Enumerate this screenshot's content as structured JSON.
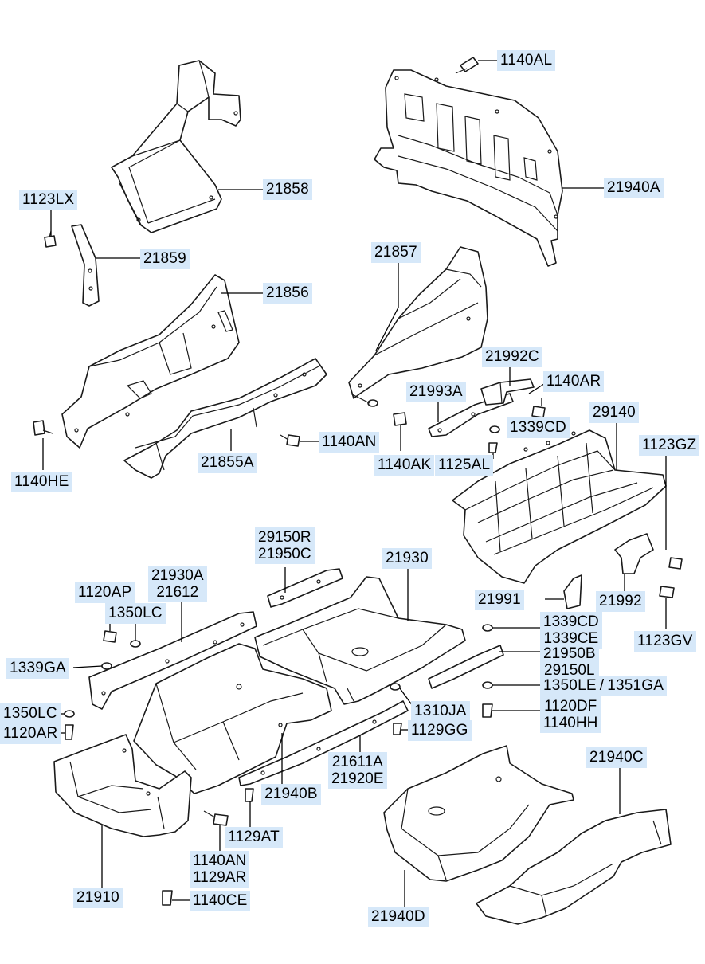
{
  "labels": {
    "l_1140AL": "1140AL",
    "l_21858": "21858",
    "l_21940A": "21940A",
    "l_1123LX": "1123LX",
    "l_21859": "21859",
    "l_21857": "21857",
    "l_21856": "21856",
    "l_21992C": "21992C",
    "l_21993A": "21993A",
    "l_1140AR": "1140AR",
    "l_29140": "29140",
    "l_1339CD_a": "1339CD",
    "l_1123GZ": "1123GZ",
    "l_1140HE": "1140HE",
    "l_21855A": "21855A",
    "l_1140AN_a": "1140AN",
    "l_1140AK": "1140AK",
    "l_1125AL": "1125AL",
    "l_29150R": "29150R",
    "l_21950C": "21950C",
    "l_21930A": "21930A",
    "l_21612": "21612",
    "l_21930": "21930",
    "l_1120AP": "1120AP",
    "l_1350LC_a": "1350LC",
    "l_21991": "21991",
    "l_21992": "21992",
    "l_1339CD_b": "1339CD",
    "l_1339CE": "1339CE",
    "l_1123GV": "1123GV",
    "l_1339GA": "1339GA",
    "l_21950B": "21950B",
    "l_29150L": "29150L",
    "l_1350LE": "1350LE / 1351GA",
    "l_1350LC_b": "1350LC",
    "l_1120AR": "1120AR",
    "l_1310JA": "1310JA",
    "l_1120DF": "1120DF",
    "l_1140HH": "1140HH",
    "l_1129GG": "1129GG",
    "l_21940C": "21940C",
    "l_21611A": "21611A",
    "l_21920E": "21920E",
    "l_21940B": "21940B",
    "l_1129AT": "1129AT",
    "l_1140AN_b": "1140AN",
    "l_1129AR": "1129AR",
    "l_21910": "21910",
    "l_1140CE": "1140CE",
    "l_21940D": "21940D"
  }
}
